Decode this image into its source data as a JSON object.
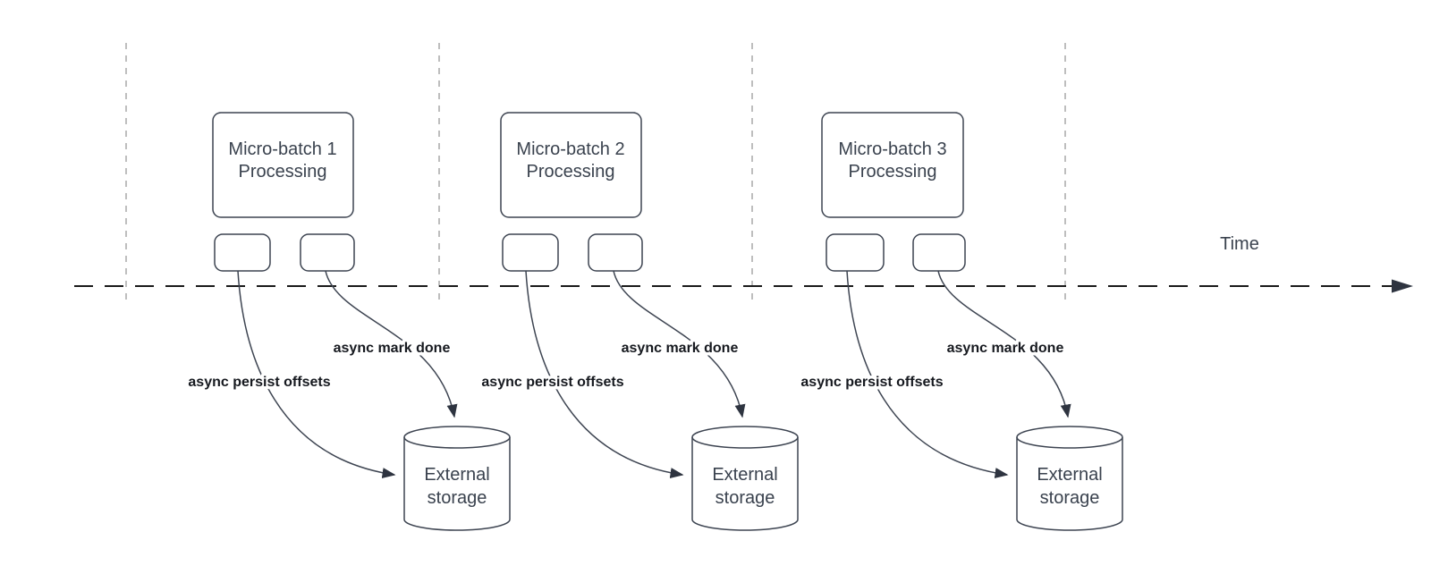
{
  "colors": {
    "background": "#ffffff",
    "shape_stroke": "#3d4451",
    "shape_fill": "#ffffff",
    "box_text": "#3a424e",
    "flow_label_text": "#16191f",
    "time_axis": "#1a1a1a",
    "guide_line": "#a9a9a9",
    "arrowhead": "#2e3440"
  },
  "time_axis": {
    "label": "Time"
  },
  "batches": [
    {
      "box_line1": "Micro-batch 1",
      "box_line2": "Processing",
      "persist_label": "async persist offsets",
      "done_label": "async mark done",
      "storage_line1": "External",
      "storage_line2": "storage"
    },
    {
      "box_line1": "Micro-batch 2",
      "box_line2": "Processing",
      "persist_label": "async persist offsets",
      "done_label": "async mark done",
      "storage_line1": "External",
      "storage_line2": "storage"
    },
    {
      "box_line1": "Micro-batch 3",
      "box_line2": "Processing",
      "persist_label": "async persist offsets",
      "done_label": "async mark done",
      "storage_line1": "External",
      "storage_line2": "storage"
    }
  ]
}
